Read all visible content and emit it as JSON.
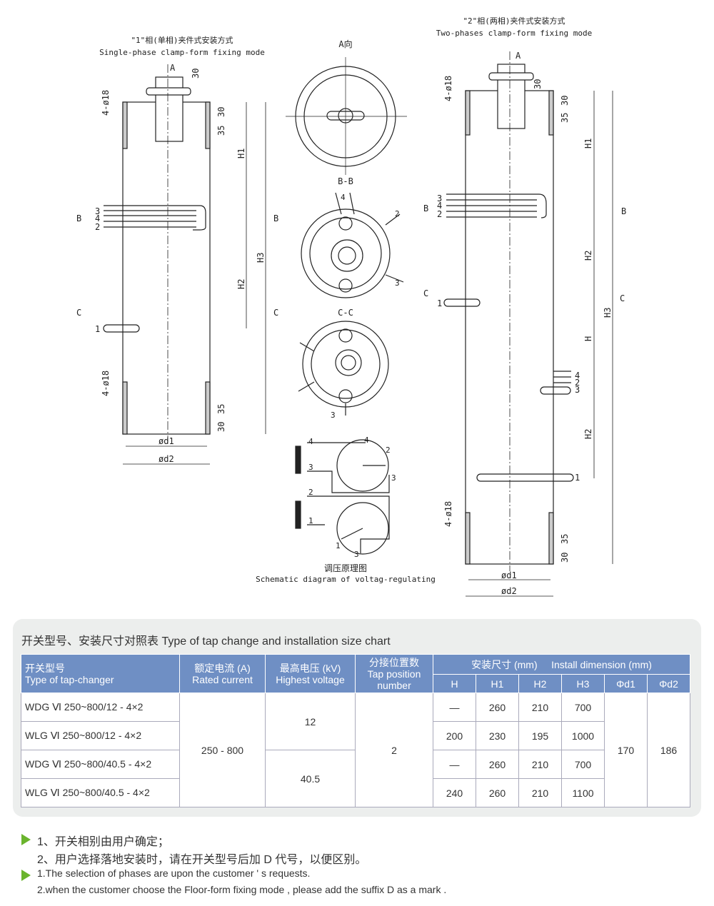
{
  "drawings": {
    "left_title_cn": "\"1\"相(单相)夹件式安装方式",
    "left_title_en": "Single-phase clamp-form fixing mode",
    "right_title_cn": "\"2\"相(两相)夹件式安装方式",
    "right_title_en": "Two-phases clamp-form fixing mode",
    "view_a": "A向",
    "section_bb": "B-B",
    "section_cc": "C-C",
    "schematic_cn": "调压原理图",
    "schematic_en": "Schematic diagram of voltag-regulating",
    "labels": {
      "A": "A",
      "B": "B",
      "C": "C",
      "H": "H",
      "H1": "H1",
      "H2": "H2",
      "H3": "H3",
      "d1": "ød1",
      "d2": "ød2",
      "holes": "4-ø18",
      "d30": "30",
      "d35": "35",
      "t1": "1",
      "t2": "2",
      "t3": "3",
      "t4": "4"
    }
  },
  "table": {
    "title": "开关型号、安装尺寸对照表   Type of tap change and installation size chart",
    "headers": {
      "type_cn": "开关型号",
      "type_en": "Type of tap-changer",
      "current_cn": "额定电流 (A)",
      "current_en": "Rated current",
      "voltage_cn": "最高电压 (kV)",
      "voltage_en": "Highest voltage",
      "tap_cn": "分接位置数",
      "tap_en1": "Tap position",
      "tap_en2": "number",
      "install_cn": "安装尺寸 (mm)",
      "install_en": "Install dimension (mm)",
      "H": "H",
      "H1": "H1",
      "H2": "H2",
      "H3": "H3",
      "d1": "Φd1",
      "d2": "Φd2"
    },
    "rows": [
      {
        "model": "WDG Ⅵ 250~800/12  - 4×2",
        "H": "—",
        "H1": "260",
        "H2": "210",
        "H3": "700"
      },
      {
        "model": "WLG Ⅵ 250~800/12  - 4×2",
        "H": "200",
        "H1": "230",
        "H2": "195",
        "H3": "1000"
      },
      {
        "model": "WDG Ⅵ 250~800/40.5  - 4×2",
        "H": "—",
        "H1": "260",
        "H2": "210",
        "H3": "700"
      },
      {
        "model": "WLG Ⅵ 250~800/40.5  - 4×2",
        "H": "240",
        "H1": "260",
        "H2": "210",
        "H3": "1100"
      }
    ],
    "current": "250  -  800",
    "voltage_12": "12",
    "voltage_40": "40.5",
    "tap_positions": "2",
    "d1": "170",
    "d2": "186"
  },
  "notes": {
    "cn1": "1、开关相别由用户确定；",
    "cn2": "2、用户选择落地安装时，请在开关型号后加 D 代号，以便区别。",
    "en1": "1.The selection of phases are upon the customer ' s requests.",
    "en2": "2.when the customer choose the Floor-form fixing mode , please add the suffix D as a mark ."
  },
  "colors": {
    "header_bg": "#6f8fc4",
    "panel_bg": "#eceeed",
    "bullet": "#6ab42d"
  }
}
